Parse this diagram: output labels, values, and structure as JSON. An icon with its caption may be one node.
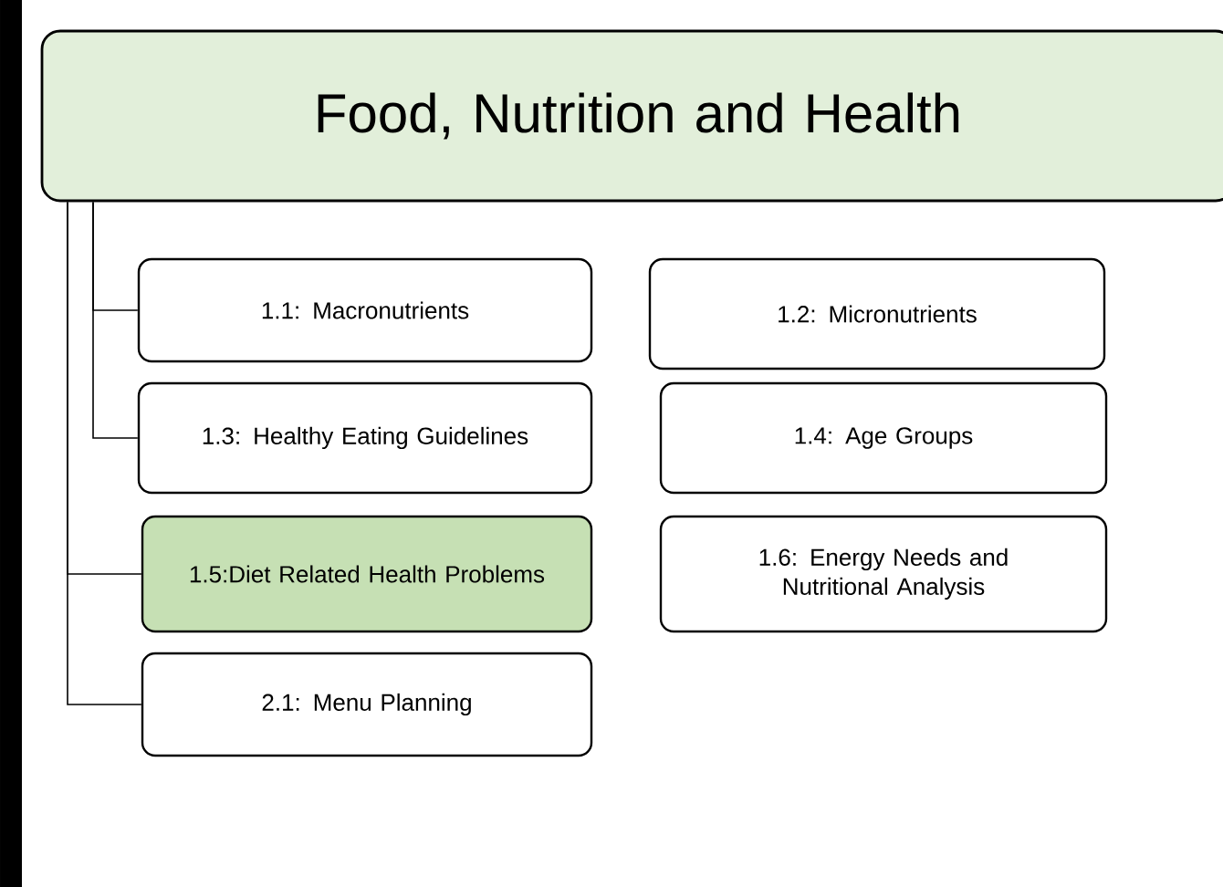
{
  "diagram": {
    "nodes": [
      {
        "text": [
          "Food, Nutrition and Health"
        ]
      },
      {
        "text": [
          "1.1:  Macronutrients"
        ]
      },
      {
        "text": [
          "1.2: Micronutrients"
        ]
      },
      {
        "text": [
          "1.3: Healthy Eating Guidelines"
        ]
      },
      {
        "text": [
          "1.4: Age Groups"
        ]
      },
      {
        "text": [
          "1.5:Diet Related Health Problems"
        ]
      },
      {
        "text": [
          "1.6: Energy Needs and Nutritional Analysis"
        ]
      },
      {
        "text": [
          "2.1:  Menu Planning"
        ]
      }
    ],
    "edges": [
      {
        "from": 0,
        "to": 1,
        "arrow": "none"
      },
      {
        "from": 0,
        "to": 3,
        "arrow": "none"
      },
      {
        "from": 0,
        "to": 5,
        "arrow": "none"
      },
      {
        "from": 0,
        "to": 7,
        "arrow": "none"
      }
    ]
  }
}
